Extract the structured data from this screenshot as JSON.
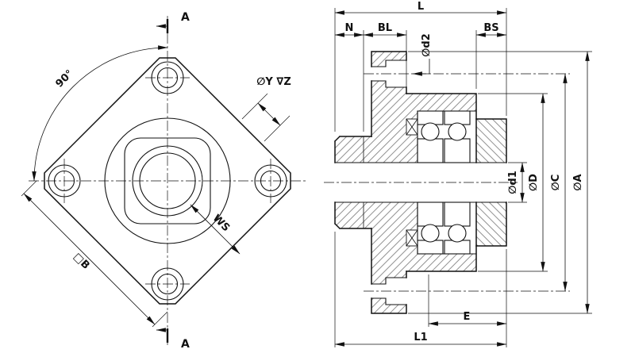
{
  "colors": {
    "ink": "#111111",
    "paper": "#ffffff",
    "hatch": "#555555"
  },
  "front_view": {
    "section_label_top": "A",
    "section_label_bottom": "A",
    "angle_label": "90°",
    "square_side_label": "□B",
    "wrench_flats_label": "WS",
    "counterbore_label": "∅Y ∇Z"
  },
  "section_view": {
    "dim_length": "L",
    "dim_n": "N",
    "dim_bl": "BL",
    "dim_bs": "BS",
    "dim_d2": "∅d2",
    "dim_d1": "∅d1",
    "dim_D": "∅D",
    "dim_C": "∅C",
    "dim_A": "∅A",
    "dim_e": "E",
    "dim_l1": "L1"
  }
}
